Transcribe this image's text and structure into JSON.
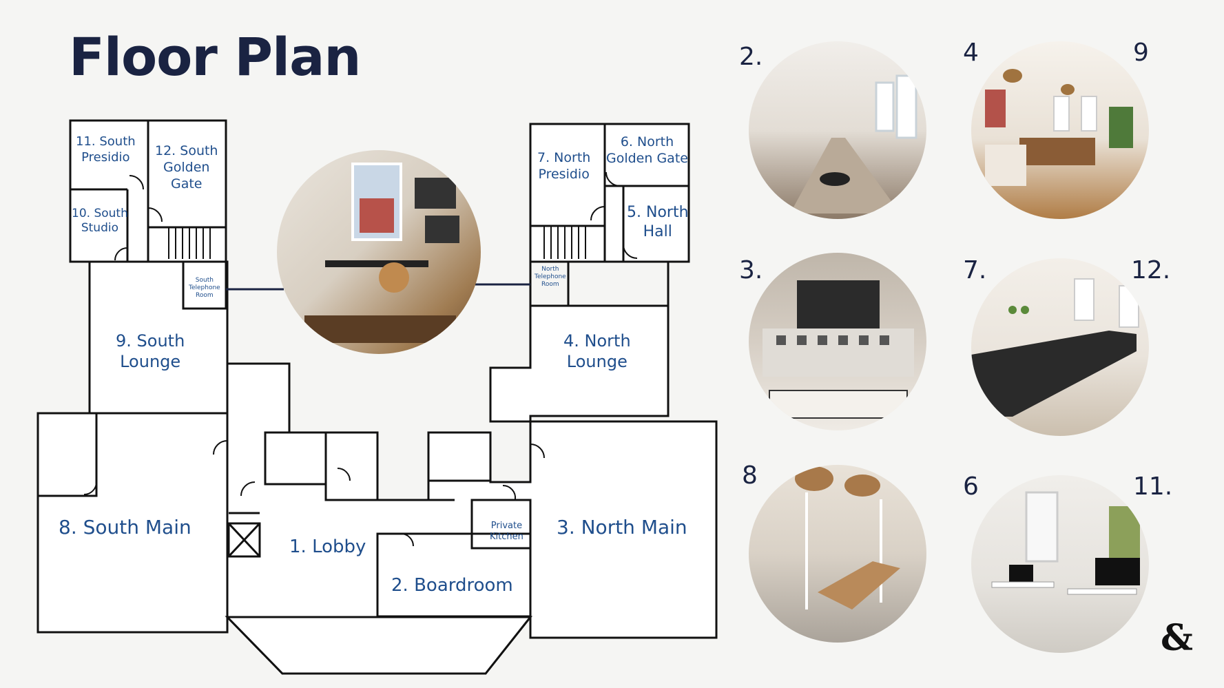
{
  "title": "Floor Plan",
  "rooms": {
    "r1": "1. Lobby",
    "r2": "2. Boardroom",
    "r3": "3. North Main",
    "r4a": "4. North",
    "r4b": "Lounge",
    "r5a": "5. North",
    "r5b": "Hall",
    "r6a": "6. North",
    "r6b": "Golden Gate",
    "r7a": "7. North",
    "r7b": "Presidio",
    "r8": "8. South Main",
    "r9a": "9. South",
    "r9b": "Lounge",
    "r10a": "10. South",
    "r10b": "Studio",
    "r11a": "11. South",
    "r11b": "Presidio",
    "r12a": "12. South",
    "r12b": "Golden",
    "r12c": "Gate",
    "south_tel_a": "South",
    "south_tel_b": "Telephone",
    "south_tel_c": "Room",
    "north_tel_a": "North",
    "north_tel_b": "Telephone",
    "north_tel_c": "Room",
    "kitchen_a": "Private",
    "kitchen_b": "Kitchen"
  },
  "photo_numbers": {
    "n2": "2.",
    "n4": "4",
    "n9": "9",
    "n3": "3.",
    "n7": "7.",
    "n12": "12.",
    "n8": "8",
    "n6": "6",
    "n11": "11."
  },
  "logo": "&",
  "colors": {
    "label_blue": "#1f4e8c",
    "title_navy": "#1a2342"
  }
}
